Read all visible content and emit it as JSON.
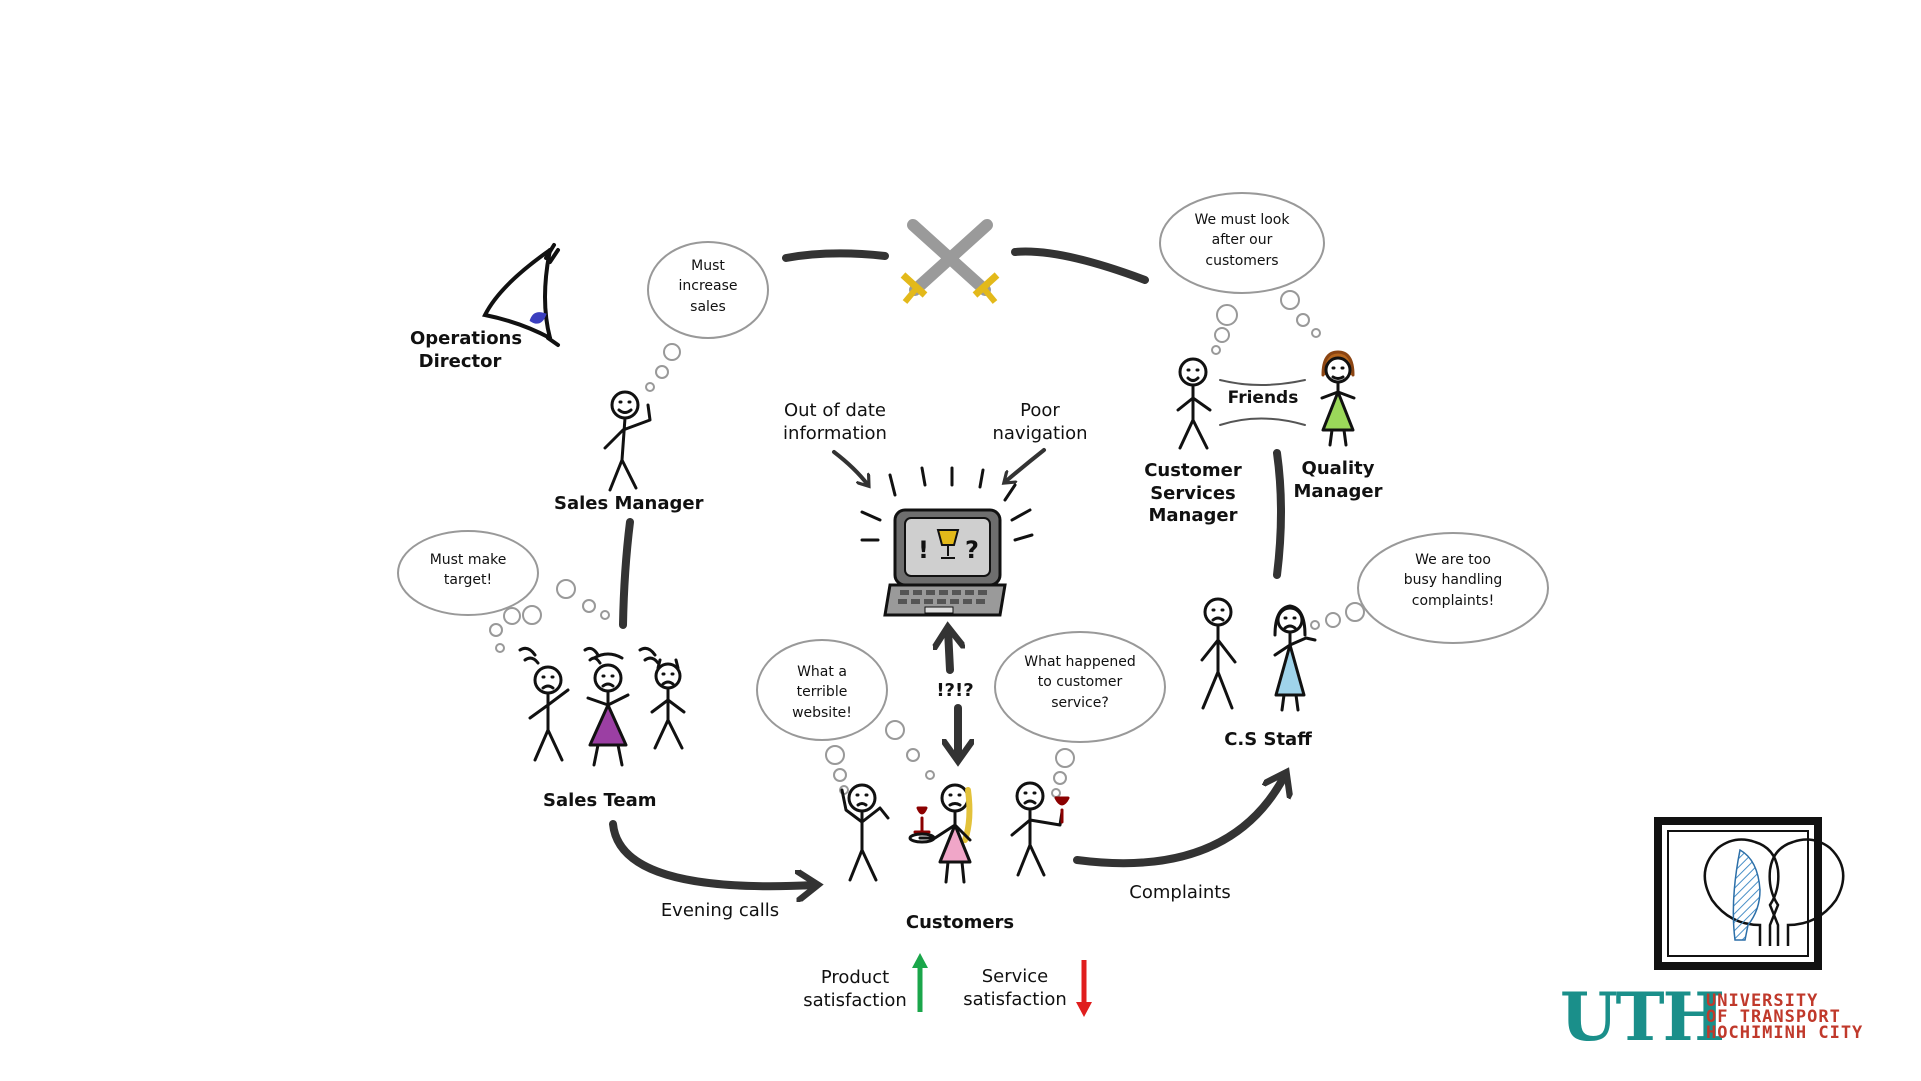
{
  "people": {
    "operations_director": "Operations\nDirector",
    "sales_manager": "Sales Manager",
    "sales_team": "Sales Team",
    "customers": "Customers",
    "cs_staff": "C.S Staff",
    "customer_services_manager": "Customer\nServices\nManager",
    "quality_manager": "Quality\nManager"
  },
  "relations": {
    "friends": "Friends"
  },
  "thoughts": {
    "sales_manager": "Must\nincrease\nsales",
    "cs_manager": "We must look\nafter our\ncustomers",
    "sales_team": "Must make\ntarget!",
    "customer": "What a\nterrible\nwebsite!",
    "customer2": "What happened\nto customer\nservice?",
    "cs_staff": "We are too\nbusy handling\ncomplaints!"
  },
  "website_issues": {
    "left": "Out of date\ninformation",
    "right": "Poor\nnavigation",
    "exclaim": "!?!?"
  },
  "flows": {
    "evening_calls": "Evening calls",
    "complaints": "Complaints"
  },
  "satisfaction": {
    "product": "Product\nsatisfaction",
    "product_trend": "up",
    "service": "Service\nsatisfaction",
    "service_trend": "down",
    "up_color": "#1aa64a",
    "down_color": "#e01e1e"
  },
  "logo": {
    "abbr": "UTH",
    "name_line1": "UNIVERSITY",
    "name_line2": "OF TRANSPORT",
    "name_line3": "HOCHIMINH CITY",
    "text_color": "#c0392b",
    "abbr_color": "#1a8f8a"
  }
}
